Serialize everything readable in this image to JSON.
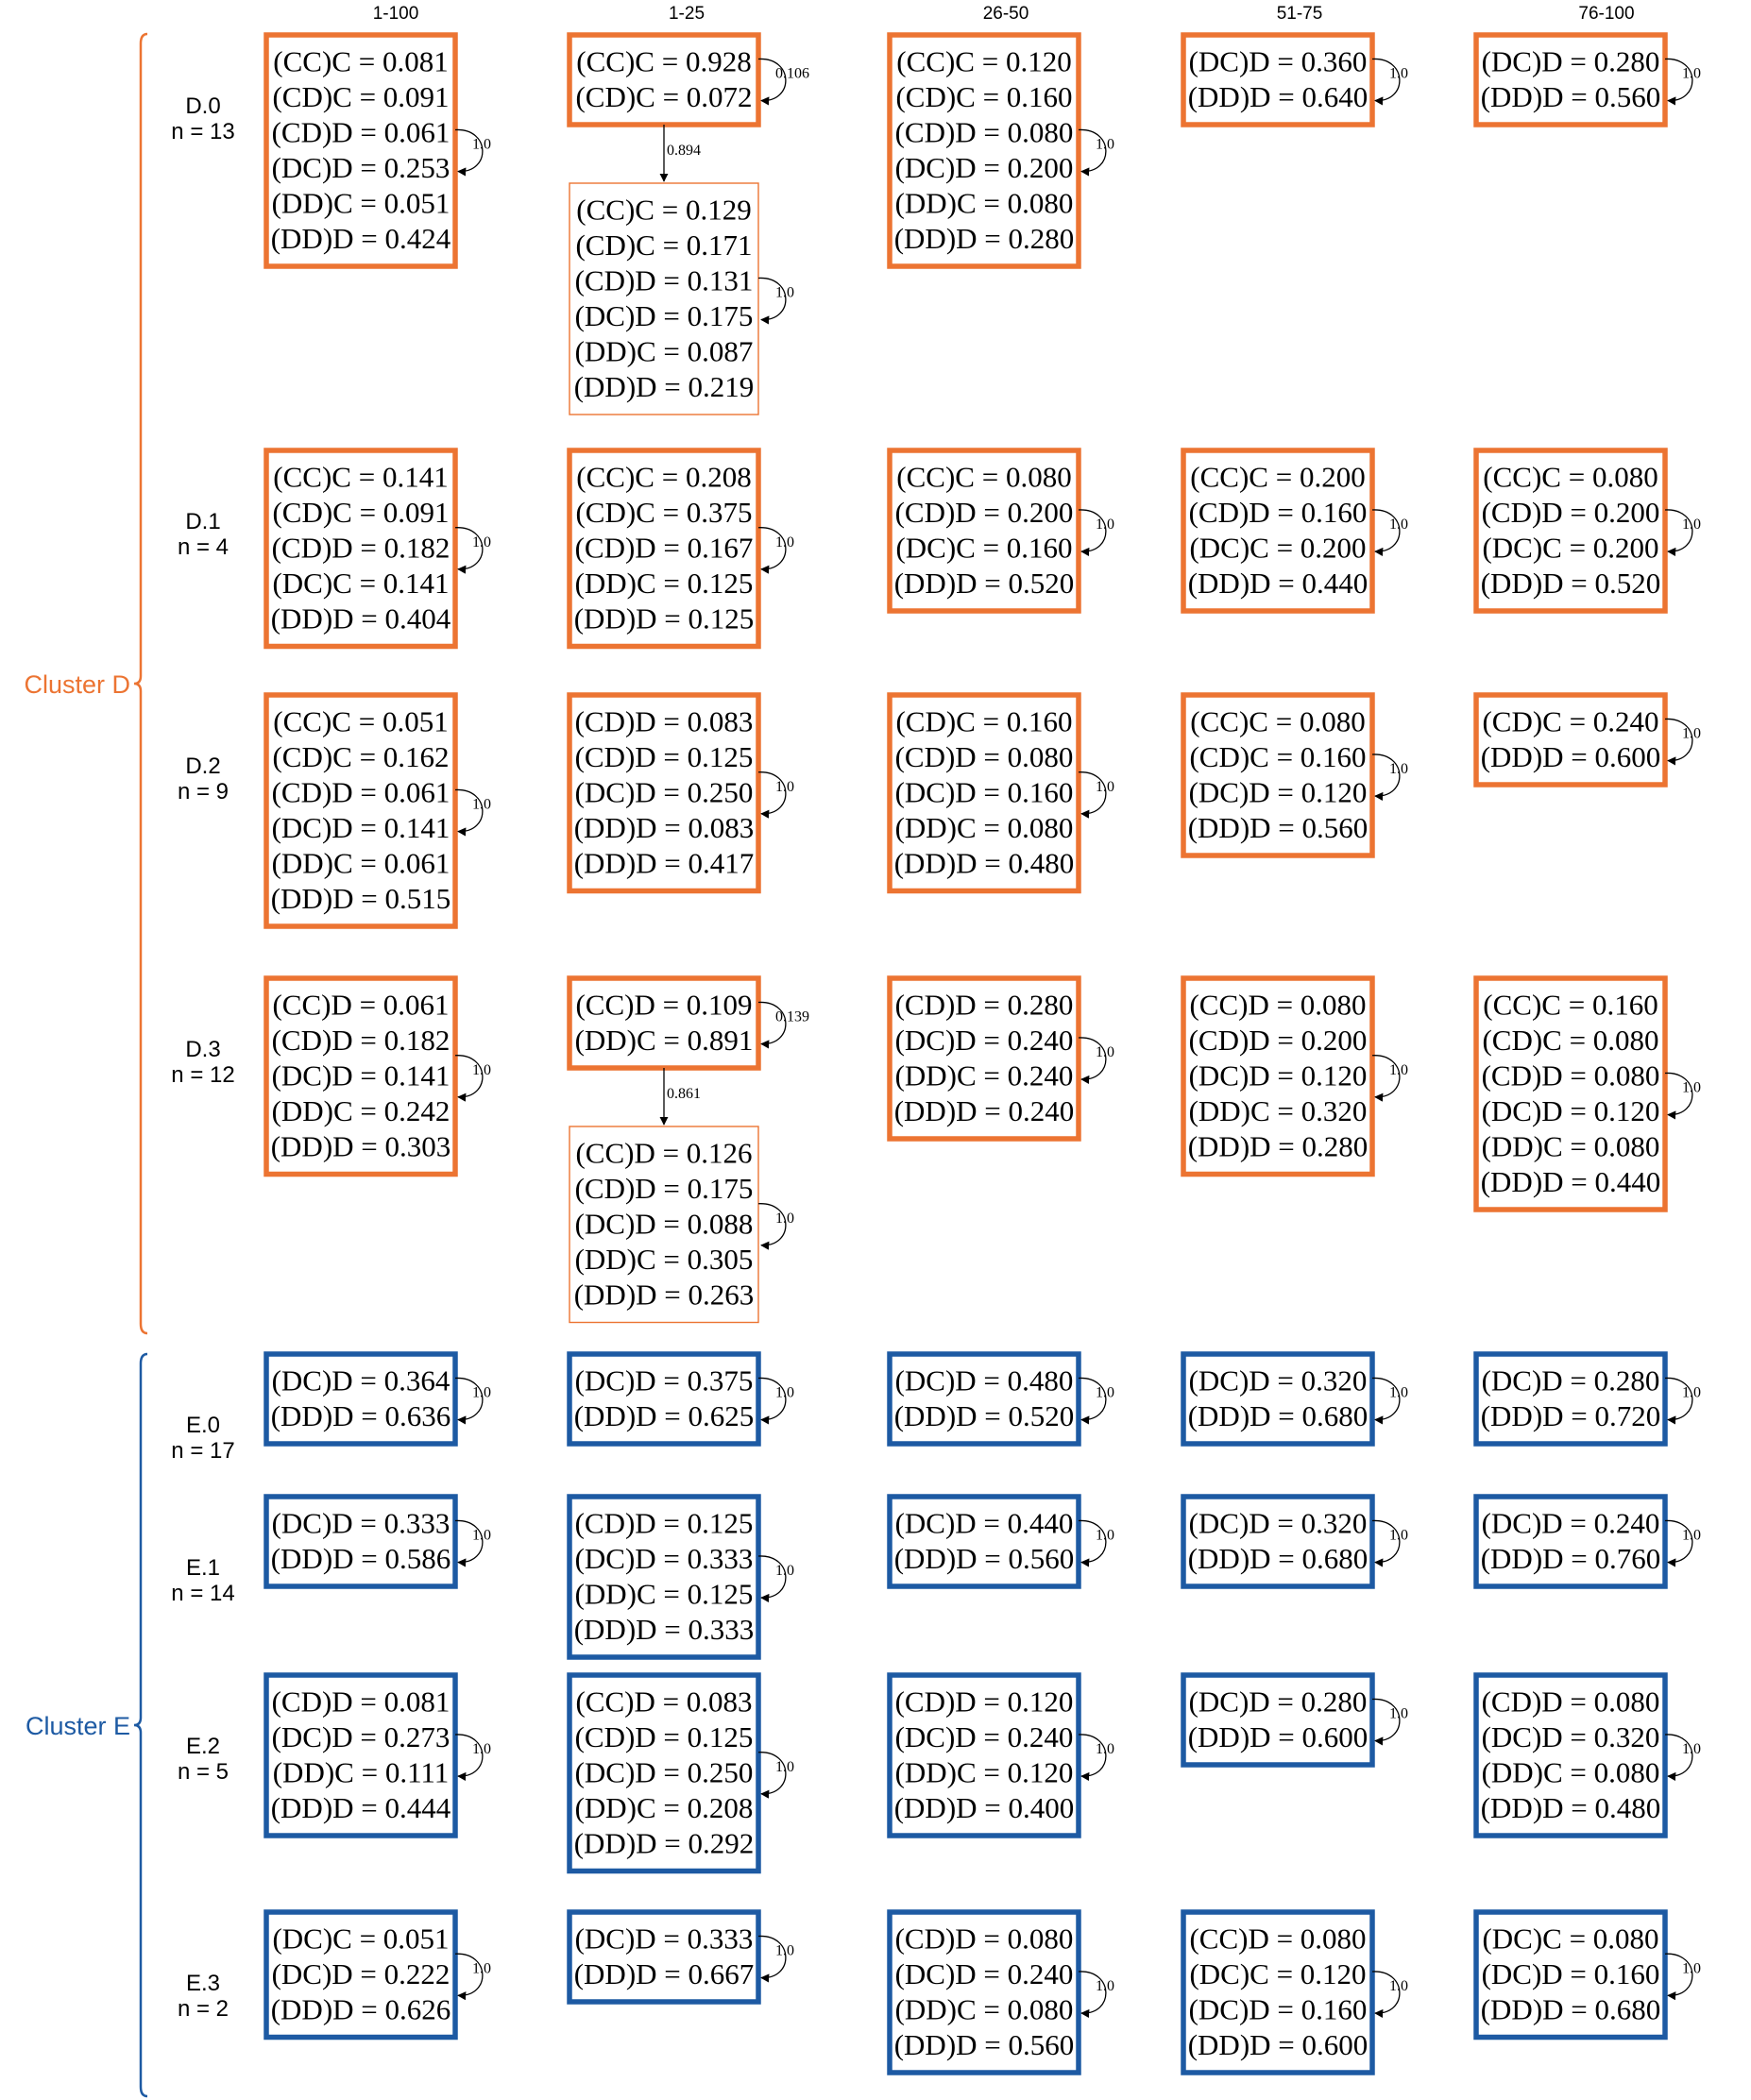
{
  "columns": [
    "1-100",
    "1-25",
    "26-50",
    "51-75",
    "76-100"
  ],
  "colors": {
    "cluster_d": "#ec7432",
    "cluster_e": "#1d5aa3"
  },
  "clusters": [
    {
      "label": "Cluster D",
      "groups": [
        {
          "name": "D.0",
          "n": "n = 13",
          "cells": [
            [
              {
                "lines": [
                  "(CC)C = 0.081",
                  "(CD)C = 0.091",
                  "(CD)D = 0.061",
                  "(DC)D = 0.253",
                  "(DD)C = 0.051",
                  "(DD)D = 0.424"
                ],
                "self_prob": "1.0"
              }
            ],
            [
              {
                "lines": [
                  "(CC)C = 0.928",
                  "(CD)C = 0.072"
                ],
                "self_prob": "0.106"
              },
              {
                "lines": [
                  "(CC)C = 0.129",
                  "(CD)C = 0.171",
                  "(CD)D = 0.131",
                  "(DC)D = 0.175",
                  "(DD)C = 0.087",
                  "(DD)D = 0.219"
                ],
                "self_prob": "1.0",
                "thin": true,
                "in_prob": "0.894"
              }
            ],
            [
              {
                "lines": [
                  "(CC)C = 0.120",
                  "(CD)C = 0.160",
                  "(CD)D = 0.080",
                  "(DC)D = 0.200",
                  "(DD)C = 0.080",
                  "(DD)D = 0.280"
                ],
                "self_prob": "1.0"
              }
            ],
            [
              {
                "lines": [
                  "(DC)D = 0.360",
                  "(DD)D = 0.640"
                ],
                "self_prob": "1.0"
              }
            ],
            [
              {
                "lines": [
                  "(DC)D = 0.280",
                  "(DD)D = 0.560"
                ],
                "self_prob": "1.0"
              }
            ]
          ]
        },
        {
          "name": "D.1",
          "n": "n = 4",
          "cells": [
            [
              {
                "lines": [
                  "(CC)C = 0.141",
                  "(CD)C = 0.091",
                  "(CD)D = 0.182",
                  "(DC)C = 0.141",
                  "(DD)D = 0.404"
                ],
                "self_prob": "1.0"
              }
            ],
            [
              {
                "lines": [
                  "(CC)C = 0.208",
                  "(CD)C = 0.375",
                  "(CD)D = 0.167",
                  "(DD)C = 0.125",
                  "(DD)D = 0.125"
                ],
                "self_prob": "1.0"
              }
            ],
            [
              {
                "lines": [
                  "(CC)C = 0.080",
                  "(CD)D = 0.200",
                  "(DC)C = 0.160",
                  "(DD)D = 0.520"
                ],
                "self_prob": "1.0"
              }
            ],
            [
              {
                "lines": [
                  "(CC)C = 0.200",
                  "(CD)D = 0.160",
                  "(DC)C = 0.200",
                  "(DD)D = 0.440"
                ],
                "self_prob": "1.0"
              }
            ],
            [
              {
                "lines": [
                  "(CC)C = 0.080",
                  "(CD)D = 0.200",
                  "(DC)C = 0.200",
                  "(DD)D = 0.520"
                ],
                "self_prob": "1.0"
              }
            ]
          ]
        },
        {
          "name": "D.2",
          "n": "n = 9",
          "cells": [
            [
              {
                "lines": [
                  "(CC)C = 0.051",
                  "(CD)C = 0.162",
                  "(CD)D = 0.061",
                  "(DC)D = 0.141",
                  "(DD)C = 0.061",
                  "(DD)D = 0.515"
                ],
                "self_prob": "1.0"
              }
            ],
            [
              {
                "lines": [
                  "(CD)D = 0.083",
                  "(CD)D = 0.125",
                  "(DC)D = 0.250",
                  "(DD)D = 0.083",
                  "(DD)D = 0.417"
                ],
                "self_prob": "1.0"
              }
            ],
            [
              {
                "lines": [
                  "(CD)C = 0.160",
                  "(CD)D = 0.080",
                  "(DC)D = 0.160",
                  "(DD)C = 0.080",
                  "(DD)D = 0.480"
                ],
                "self_prob": "1.0"
              }
            ],
            [
              {
                "lines": [
                  "(CC)C = 0.080",
                  "(CD)C = 0.160",
                  "(DC)D = 0.120",
                  "(DD)D = 0.560"
                ],
                "self_prob": "1.0"
              }
            ],
            [
              {
                "lines": [
                  "(CD)C = 0.240",
                  "(DD)D = 0.600"
                ],
                "self_prob": "1.0"
              }
            ]
          ]
        },
        {
          "name": "D.3",
          "n": "n = 12",
          "cells": [
            [
              {
                "lines": [
                  "(CC)D = 0.061",
                  "(CD)D = 0.182",
                  "(DC)D = 0.141",
                  "(DD)C = 0.242",
                  "(DD)D = 0.303"
                ],
                "self_prob": "1.0"
              }
            ],
            [
              {
                "lines": [
                  "(CC)D = 0.109",
                  "(DD)C = 0.891"
                ],
                "self_prob": "0.139"
              },
              {
                "lines": [
                  "(CC)D = 0.126",
                  "(CD)D = 0.175",
                  "(DC)D = 0.088",
                  "(DD)C = 0.305",
                  "(DD)D = 0.263"
                ],
                "self_prob": "1.0",
                "thin": true,
                "in_prob": "0.861"
              }
            ],
            [
              {
                "lines": [
                  "(CD)D = 0.280",
                  "(DC)D = 0.240",
                  "(DD)C = 0.240",
                  "(DD)D = 0.240"
                ],
                "self_prob": "1.0"
              }
            ],
            [
              {
                "lines": [
                  "(CC)D = 0.080",
                  "(CD)D = 0.200",
                  "(DC)D = 0.120",
                  "(DD)C = 0.320",
                  "(DD)D = 0.280"
                ],
                "self_prob": "1.0"
              }
            ],
            [
              {
                "lines": [
                  "(CC)C = 0.160",
                  "(CD)C = 0.080",
                  "(CD)D = 0.080",
                  "(DC)D = 0.120",
                  "(DD)C = 0.080",
                  "(DD)D = 0.440"
                ],
                "self_prob": "1.0"
              }
            ]
          ]
        }
      ]
    },
    {
      "label": "Cluster E",
      "groups": [
        {
          "name": "E.0",
          "n": "n = 17",
          "cells": [
            [
              {
                "lines": [
                  "(DC)D = 0.364",
                  "(DD)D = 0.636"
                ],
                "self_prob": "1.0"
              }
            ],
            [
              {
                "lines": [
                  "(DC)D = 0.375",
                  "(DD)D = 0.625"
                ],
                "self_prob": "1.0"
              }
            ],
            [
              {
                "lines": [
                  "(DC)D = 0.480",
                  "(DD)D = 0.520"
                ],
                "self_prob": "1.0"
              }
            ],
            [
              {
                "lines": [
                  "(DC)D = 0.320",
                  "(DD)D = 0.680"
                ],
                "self_prob": "1.0"
              }
            ],
            [
              {
                "lines": [
                  "(DC)D = 0.280",
                  "(DD)D = 0.720"
                ],
                "self_prob": "1.0"
              }
            ]
          ]
        },
        {
          "name": "E.1",
          "n": "n = 14",
          "cells": [
            [
              {
                "lines": [
                  "(DC)D = 0.333",
                  "(DD)D = 0.586"
                ],
                "self_prob": "1.0"
              }
            ],
            [
              {
                "lines": [
                  "(CD)D = 0.125",
                  "(DC)D = 0.333",
                  "(DD)C = 0.125",
                  "(DD)D = 0.333"
                ],
                "self_prob": "1.0"
              }
            ],
            [
              {
                "lines": [
                  "(DC)D = 0.440",
                  "(DD)D = 0.560"
                ],
                "self_prob": "1.0"
              }
            ],
            [
              {
                "lines": [
                  "(DC)D = 0.320",
                  "(DD)D = 0.680"
                ],
                "self_prob": "1.0"
              }
            ],
            [
              {
                "lines": [
                  "(DC)D = 0.240",
                  "(DD)D = 0.760"
                ],
                "self_prob": "1.0"
              }
            ]
          ]
        },
        {
          "name": "E.2",
          "n": "n = 5",
          "cells": [
            [
              {
                "lines": [
                  "(CD)D = 0.081",
                  "(DC)D = 0.273",
                  "(DD)C = 0.111",
                  "(DD)D = 0.444"
                ],
                "self_prob": "1.0"
              }
            ],
            [
              {
                "lines": [
                  "(CC)D = 0.083",
                  "(CD)D = 0.125",
                  "(DC)D = 0.250",
                  "(DD)C = 0.208",
                  "(DD)D = 0.292"
                ],
                "self_prob": "1.0"
              }
            ],
            [
              {
                "lines": [
                  "(CD)D = 0.120",
                  "(DC)D = 0.240",
                  "(DD)C = 0.120",
                  "(DD)D = 0.400"
                ],
                "self_prob": "1.0"
              }
            ],
            [
              {
                "lines": [
                  "(DC)D = 0.280",
                  "(DD)D = 0.600"
                ],
                "self_prob": "1.0"
              }
            ],
            [
              {
                "lines": [
                  "(CD)D = 0.080",
                  "(DC)D = 0.320",
                  "(DD)C = 0.080",
                  "(DD)D = 0.480"
                ],
                "self_prob": "1.0"
              }
            ]
          ]
        },
        {
          "name": "E.3",
          "n": "n = 2",
          "cells": [
            [
              {
                "lines": [
                  "(DC)C = 0.051",
                  "(DC)D = 0.222",
                  "(DD)D = 0.626"
                ],
                "self_prob": "1.0"
              }
            ],
            [
              {
                "lines": [
                  "(DC)D = 0.333",
                  "(DD)D = 0.667"
                ],
                "self_prob": "1.0"
              }
            ],
            [
              {
                "lines": [
                  "(CD)D = 0.080",
                  "(DC)D = 0.240",
                  "(DD)C = 0.080",
                  "(DD)D = 0.560"
                ],
                "self_prob": "1.0"
              }
            ],
            [
              {
                "lines": [
                  "(CC)D = 0.080",
                  "(DC)C = 0.120",
                  "(DC)D = 0.160",
                  "(DD)D = 0.600"
                ],
                "self_prob": "1.0"
              }
            ],
            [
              {
                "lines": [
                  "(DC)C = 0.080",
                  "(DC)D = 0.160",
                  "(DD)D = 0.680"
                ],
                "self_prob": "1.0"
              }
            ]
          ]
        }
      ]
    }
  ]
}
